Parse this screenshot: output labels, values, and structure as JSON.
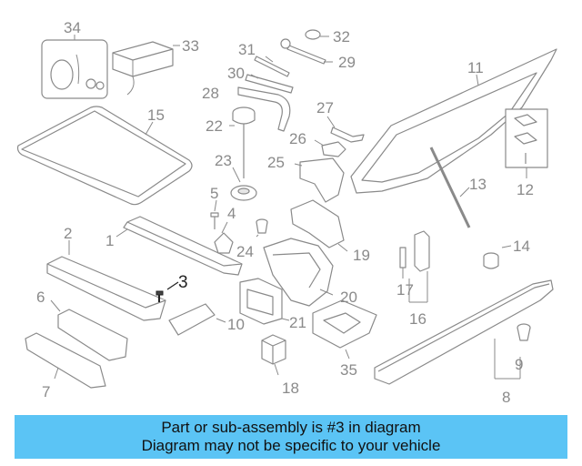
{
  "callouts": {
    "c1": "1",
    "c2": "2",
    "c3": "3",
    "c4": "4",
    "c5": "5",
    "c6": "6",
    "c7": "7",
    "c8": "8",
    "c9": "9",
    "c10": "10",
    "c11": "11",
    "c12": "12",
    "c13": "13",
    "c14": "14",
    "c15": "15",
    "c16": "16",
    "c17": "17",
    "c18": "18",
    "c19": "19",
    "c20": "20",
    "c21": "21",
    "c22": "22",
    "c23": "23",
    "c24": "24",
    "c25": "25",
    "c26": "26",
    "c27": "27",
    "c28": "28",
    "c29": "29",
    "c30": "30",
    "c31": "31",
    "c32": "32",
    "c33": "33",
    "c34": "34",
    "c35": "35"
  },
  "highlighted_part": "3",
  "banner": {
    "line1": "Part or sub-assembly is #3 in diagram",
    "line2": "Diagram may not be specific to your vehicle",
    "background": "#5bc4f5"
  }
}
